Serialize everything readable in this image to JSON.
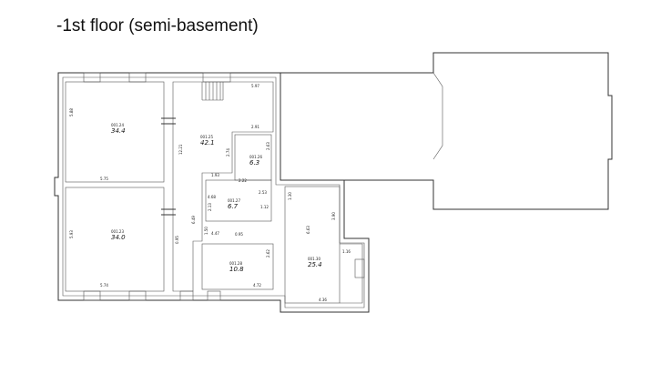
{
  "title": "-1st floor (semi-basement)",
  "rooms": [
    {
      "id": "001.24",
      "area": "34.4"
    },
    {
      "id": "001.25",
      "area": "42.1"
    },
    {
      "id": "001.26",
      "area": "6.3"
    },
    {
      "id": "001.27",
      "area": "6.7"
    },
    {
      "id": "001.23",
      "area": "34.0"
    },
    {
      "id": "001.28",
      "area": "10.8"
    },
    {
      "id": "001.30",
      "area": "25.4"
    }
  ],
  "dimensions": [
    "5.88",
    "5.75",
    "5.93",
    "5.74",
    "5.97",
    "2.91",
    "12.21",
    "2.74",
    "2.63",
    "1.93",
    "2.22",
    "2.53",
    "4.68",
    "2.13",
    "1.12",
    "1.30",
    "6.49",
    "1.50",
    "4.47",
    "0.95",
    "2.62",
    "4.72",
    "6.63",
    "3.90",
    "1.16",
    "4.36",
    "0.95"
  ]
}
